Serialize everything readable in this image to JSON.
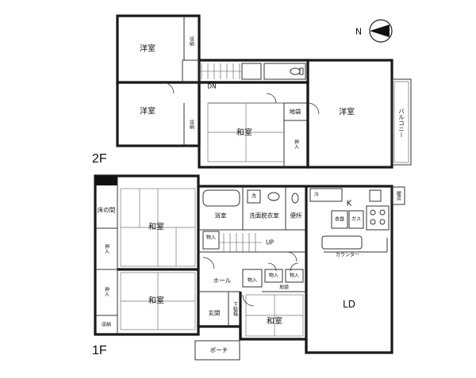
{
  "floors": {
    "f2": "2F",
    "f1": "1F"
  },
  "compass": {
    "label": "N"
  },
  "rooms_2f": {
    "youshitsu_a": "洋室",
    "shuno_a": "収納",
    "youshitsu_b": "洋室",
    "shuno_b": "収納",
    "dn": "DN",
    "washitsu": "和室",
    "jibukuro": "地袋",
    "oshiire": "押入",
    "youshitsu_c": "洋室",
    "balcony": "バルコニー"
  },
  "rooms_1f": {
    "tokonoma": "床の間",
    "washitsu_a": "和室",
    "oshiire_a": "押入",
    "oshiire_b": "押入",
    "washitsu_b": "和室",
    "shuno": "収納",
    "yokushitsu": "浴室",
    "senmen": "洗面脱衣室",
    "benjo": "便所",
    "mono_a": "物入",
    "up": "UP",
    "hall": "ホール",
    "mono_b": "物入",
    "mono_c": "物入",
    "mono_d": "物入",
    "jibukuro": "地袋",
    "getabako": "下駄箱",
    "genkan": "玄関",
    "washitsu_c": "和室",
    "porch": "ポーチ",
    "kitchen": "K",
    "counter": "カウンター",
    "ld": "LD",
    "rei": "冷",
    "sen": "洗",
    "syokki": "食器",
    "gas": "ガス",
    "danbou": "暖房"
  }
}
